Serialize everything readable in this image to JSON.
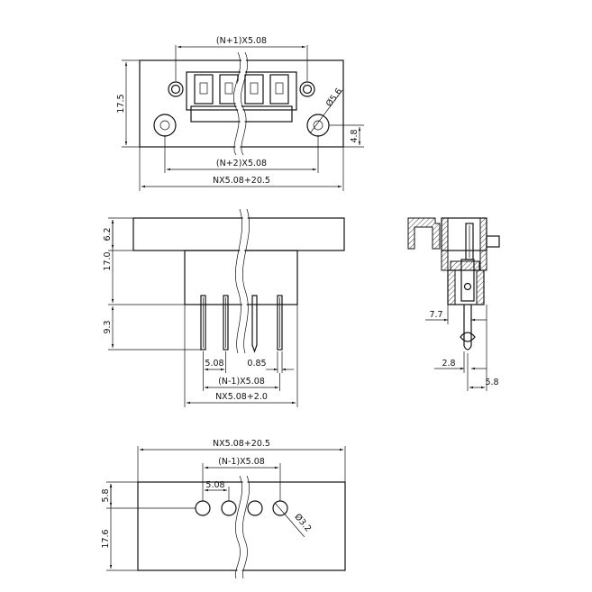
{
  "top_view": {
    "dim_pitch_top": "(N+1)X5.08",
    "dim_pitch_bottom": "(N+2)X5.08",
    "dim_total_width": "NX5.08+20.5",
    "dim_height": "17.5",
    "dim_hole_dia": "Ø5.6",
    "dim_offset": "4.8"
  },
  "front_view": {
    "dim_flange": "6.2",
    "dim_body": "17.0",
    "dim_pin_length": "9.3",
    "dim_pin_pitch": "5.08",
    "dim_pin_width": "0.85",
    "dim_pitch_total": "(N-1)X5.08",
    "dim_total_width": "NX5.08+2.0"
  },
  "side_view": {
    "dim_a": "7.7",
    "dim_b": "2.8",
    "dim_c": "5.8"
  },
  "panel_view": {
    "dim_total_width": "NX5.08+20.5",
    "dim_pitch": "(N-1)X5.08",
    "dim_pin_pitch": "5.08",
    "dim_top_offset": "5.8",
    "dim_height": "17.6",
    "dim_hole_dia": "Ø3.2"
  }
}
